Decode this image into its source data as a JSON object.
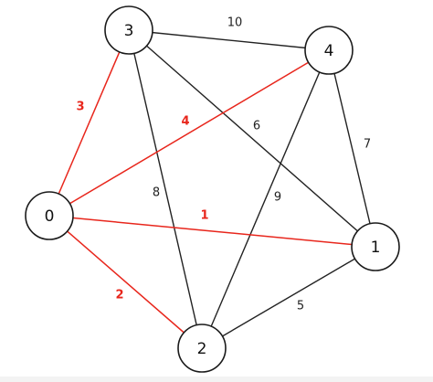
{
  "diagram": {
    "colors": {
      "normal_edge": "#222222",
      "highlight_edge": "#e8261c",
      "normal_label": "#222222",
      "highlight_label": "#e8261c",
      "node_fill": "#ffffff",
      "node_stroke": "#1a1a1a"
    },
    "nodes": [
      {
        "id": "0",
        "label": "0"
      },
      {
        "id": "1",
        "label": "1"
      },
      {
        "id": "2",
        "label": "2"
      },
      {
        "id": "3",
        "label": "3"
      },
      {
        "id": "4",
        "label": "4"
      }
    ],
    "edges": [
      {
        "from": "0",
        "to": "3",
        "weight": "3",
        "highlight": true
      },
      {
        "from": "0",
        "to": "4",
        "weight": "4",
        "highlight": true
      },
      {
        "from": "0",
        "to": "1",
        "weight": "1",
        "highlight": true
      },
      {
        "from": "0",
        "to": "2",
        "weight": "2",
        "highlight": true
      },
      {
        "from": "3",
        "to": "4",
        "weight": "10",
        "highlight": false
      },
      {
        "from": "3",
        "to": "1",
        "weight": "6",
        "highlight": false
      },
      {
        "from": "3",
        "to": "2",
        "weight": "8",
        "highlight": false
      },
      {
        "from": "4",
        "to": "1",
        "weight": "7",
        "highlight": false
      },
      {
        "from": "4",
        "to": "2",
        "weight": "9",
        "highlight": false
      },
      {
        "from": "2",
        "to": "1",
        "weight": "5",
        "highlight": false
      }
    ]
  }
}
